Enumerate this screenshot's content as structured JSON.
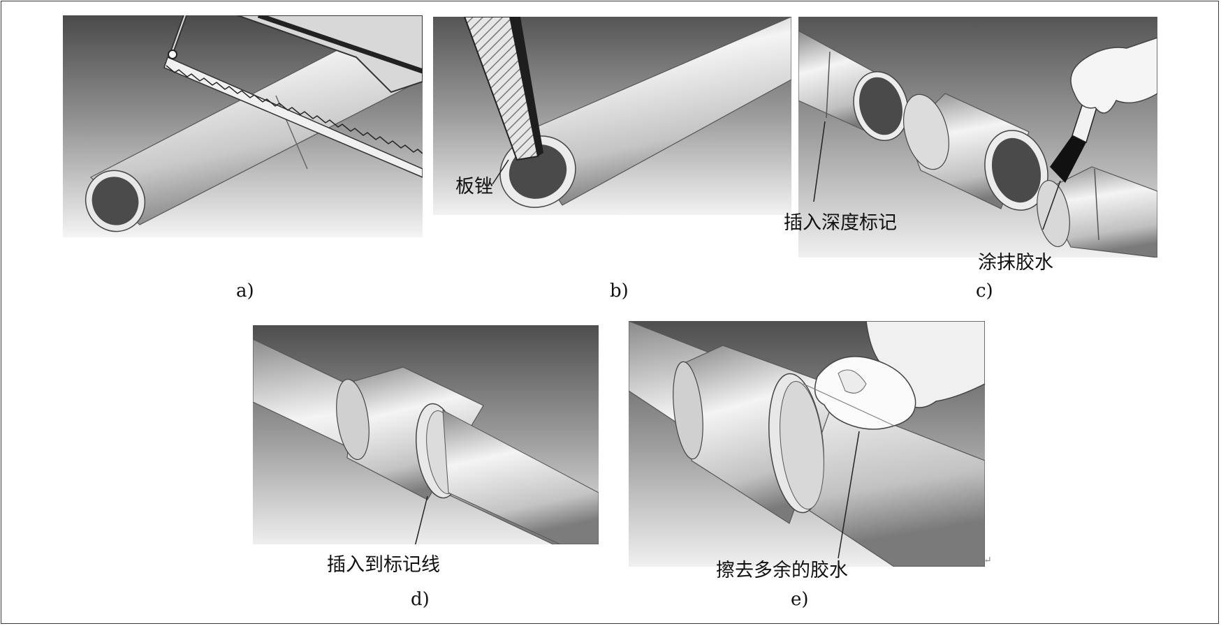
{
  "panels": {
    "a": {
      "caption": "a)"
    },
    "b": {
      "caption": "b)",
      "callout": "板锉"
    },
    "c": {
      "caption": "c)",
      "callouts": {
        "insert_mark": "插入深度标记",
        "apply_glue": "涂抹胶水"
      }
    },
    "d": {
      "caption": "d)",
      "callout": "插入到标记线"
    },
    "e": {
      "caption": "e)",
      "callout": "擦去多余的胶水",
      "end_mark": "↵"
    }
  }
}
